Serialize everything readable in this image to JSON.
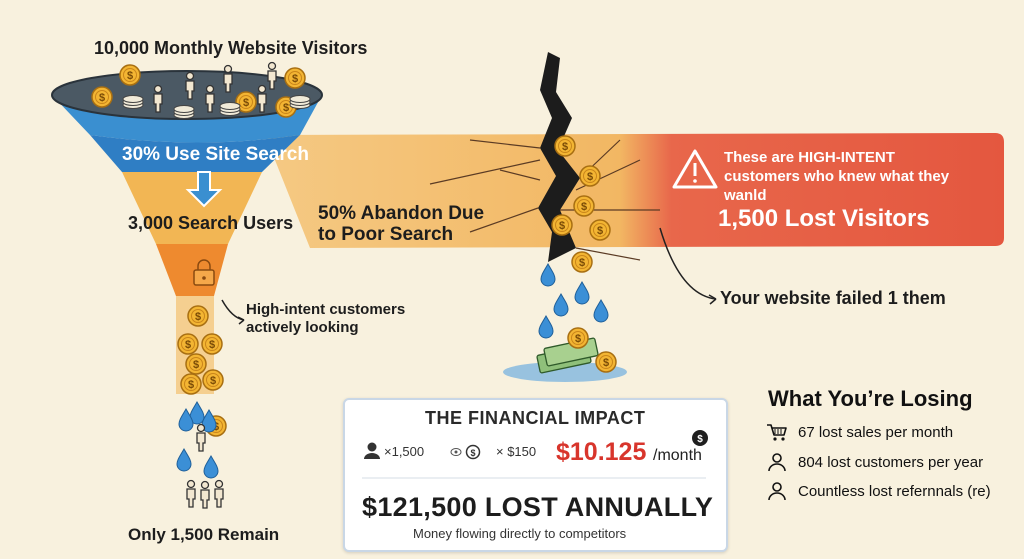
{
  "funnel": {
    "top_label": "10,000 Monthly Website Visitors",
    "search_label": "30% Use Site Search",
    "search_users_label": "3,000 Search Users",
    "intent_note": "High-intent customers actively looking",
    "remaining_label": "Only 1,500 Remain"
  },
  "abandon": {
    "label": "50% Abandon Due to Poor Search"
  },
  "warning_band": {
    "message": "These are HIGH-INTENT customers who knew what they wanld",
    "lost_label": "1,500 Lost Visitors",
    "failed_note": "Your website failed 1 them",
    "colors": {
      "band": "#e45c45",
      "bridge": "#f4c47d",
      "alert": "#ffffff"
    },
    "icon": "warning-triangle-icon"
  },
  "financial_impact": {
    "title": "THE FINANCIAL IMPACT",
    "visitors_expr": "×1,500",
    "price_expr": "× $150",
    "monthly_value": "$10.125",
    "monthly_unit": "/month",
    "annual_loss": "$121,500 LOST ANNUALLY",
    "subtitle": "Money flowing directly to competitors",
    "accent": "#d8352c"
  },
  "losing": {
    "title": "What You’re Losing",
    "items": [
      {
        "icon": "shopping-cart-icon",
        "text": "67 lost sales per month"
      },
      {
        "icon": "person-icon",
        "text": "804 lost customers per year"
      },
      {
        "icon": "person-icon",
        "text": "Countless lost refernnals (re)"
      }
    ]
  },
  "palette": {
    "funnel_top": "#3a8fd0",
    "funnel_mid": "#f2b654",
    "funnel_bottom": "#ee8a2f",
    "coin": "#f3b533",
    "drop": "#3b8fd6",
    "crack": "#1c1c1c"
  }
}
